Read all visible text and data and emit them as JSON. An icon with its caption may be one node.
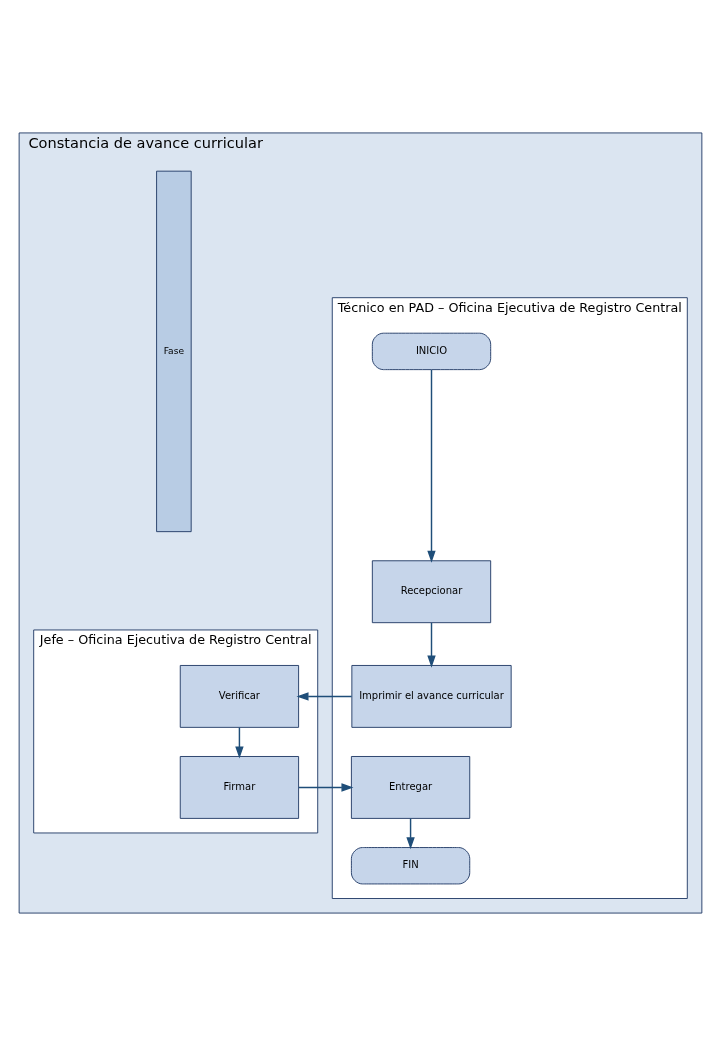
{
  "diagram": {
    "nodes": [
      {
        "text": [
          "Constancia de avance curricular"
        ]
      },
      {
        "text": [
          "Técnico en PAD – Oficina Ejecutiva de Registro Central"
        ],
        "in": 0
      },
      {
        "text": [
          "Jefe – Oficina Ejecutiva de Registro Central"
        ],
        "in": 0
      },
      {
        "text": [
          "Fase"
        ],
        "in": 0
      },
      {
        "text": [
          "INICIO"
        ],
        "in": 1
      },
      {
        "text": [
          "Recepcionar"
        ],
        "in": 1
      },
      {
        "text": [
          "Imprimir el avance curricular"
        ],
        "in": 1
      },
      {
        "text": [
          "Verificar"
        ],
        "in": 2
      },
      {
        "text": [
          "Firmar"
        ],
        "in": 2
      },
      {
        "text": [
          "Entregar"
        ],
        "in": 1
      },
      {
        "text": [
          "FIN"
        ],
        "in": 1
      }
    ],
    "edges": [
      {
        "from": 4,
        "to": 5,
        "arrow": "to"
      },
      {
        "from": 5,
        "to": 6,
        "arrow": "to"
      },
      {
        "from": 6,
        "to": 7,
        "arrow": "to"
      },
      {
        "from": 7,
        "to": 8,
        "arrow": "to"
      },
      {
        "from": 8,
        "to": 9,
        "arrow": "to"
      },
      {
        "from": 9,
        "to": 10,
        "arrow": "to"
      }
    ]
  }
}
